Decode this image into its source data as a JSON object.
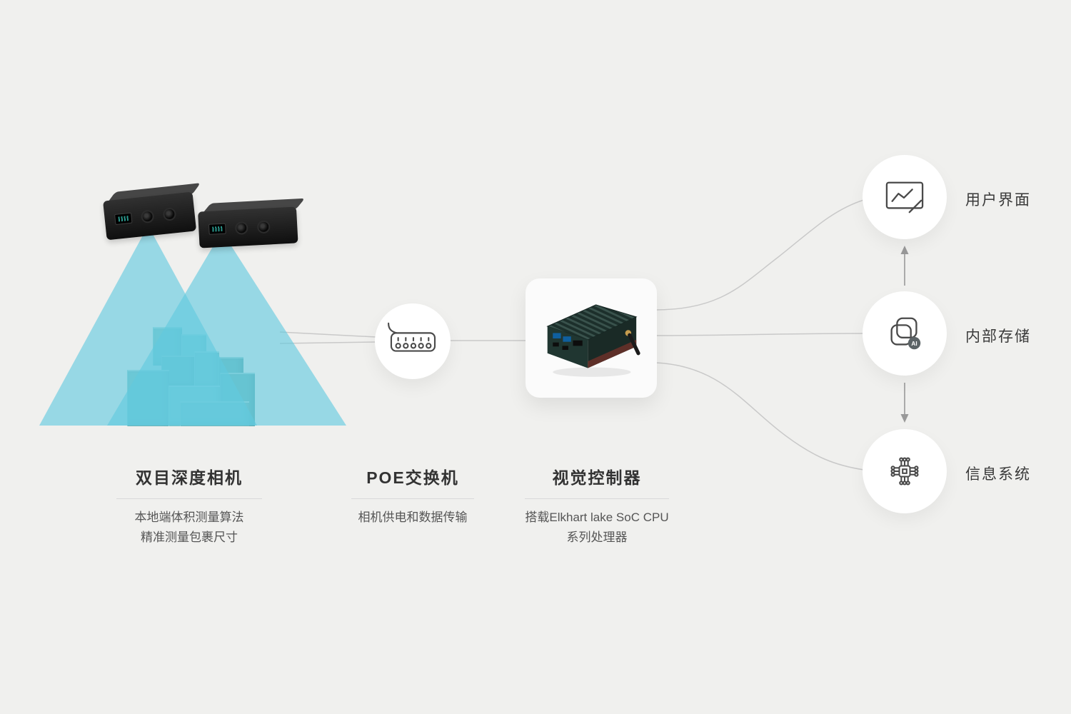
{
  "sections": {
    "camera": {
      "title": "双目深度相机",
      "desc1": "本地端体积测量算法",
      "desc2": "精准测量包裹尺寸"
    },
    "poe": {
      "title": "POE交换机",
      "desc1": "相机供电和数据传输"
    },
    "controller": {
      "title": "视觉控制器",
      "desc1": "搭载Elkhart lake SoC CPU",
      "desc2": "系列处理器"
    }
  },
  "outputs": [
    {
      "label": "用户界面",
      "icon": "monitor-chart-icon"
    },
    {
      "label": "内部存储",
      "icon": "ai-duplicate-icon"
    },
    {
      "label": "信息系统",
      "icon": "cpu-chip-icon"
    }
  ],
  "ai_badge": "AI",
  "colors": {
    "background": "#f0f0ee",
    "cone": "#61cadf",
    "boxes": "#79c2c5",
    "connector_line": "#c9c9c9",
    "arrow": "#999999",
    "title_text": "#333333",
    "body_text": "#555555",
    "icon_stroke": "#4a4a4a"
  }
}
